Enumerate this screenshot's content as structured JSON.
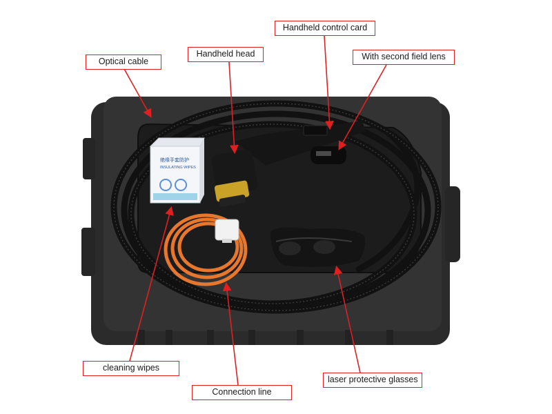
{
  "callouts": {
    "optical_cable": "Optical cable",
    "handheld_head": "Handheld head",
    "handheld_control_card": "Handheld control card",
    "second_field_lens": "With second field lens",
    "cleaning_wipes": "cleaning wipes",
    "connection_line": "Connection line",
    "protective_glasses": "laser protective glasses"
  },
  "colors": {
    "callout_border": "#e02020",
    "leader_line": "#e02020",
    "case": "#2b2b2b",
    "foam": "#1c1c1c",
    "cable": "#111111",
    "connection_cable": "#e8772e"
  },
  "box_print": {
    "line1": "绝缘手套防护",
    "line2": "INSULATING WIPES"
  }
}
